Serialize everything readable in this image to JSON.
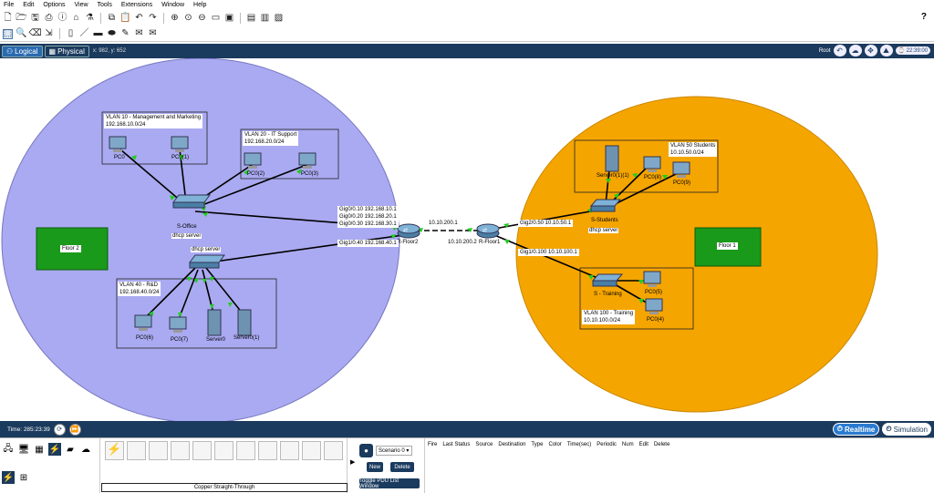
{
  "menu": [
    "File",
    "Edit",
    "Options",
    "View",
    "Tools",
    "Extensions",
    "Window",
    "Help"
  ],
  "help_symbol": "?",
  "mode_tabs": {
    "logical": "Logical",
    "physical": "Physical"
  },
  "coords": "x: 982, y: 652",
  "root_label": "Root",
  "clock": "22:39:00",
  "areas": {
    "vlan10": {
      "title": "VLAN 10 - Management and Marketing",
      "net": "192.168.10.0/24"
    },
    "vlan20": {
      "title": "VLAN 20 - IT Support",
      "net": "192.168.20.0/24"
    },
    "vlan40": {
      "title": "VLAN 40 - R&D",
      "net": "192.168.40.0/24"
    },
    "vlan50": {
      "title": "VLAN 50 Students",
      "net": "10.10.50.0/24"
    },
    "vlan100": {
      "title": "VLAN 100 - Training",
      "net": "10.10.100.0/24"
    }
  },
  "floors": {
    "floor2": "Floor 2",
    "floor1": "Floor 1"
  },
  "devices": {
    "pc0": "PC0",
    "pc1": "PC0(1)",
    "pc2": "PC0(2)",
    "pc3": "PC0(3)",
    "s_office": "S-Office",
    "s_office_note": "dhcp server",
    "dhcp_top": "dhcp server",
    "pc6": "PC0(6)",
    "pc7": "PC0(7)",
    "server0": "Server0",
    "server01": "Server0(1)",
    "r_floor2": "R-Floor2",
    "r_floor1": "R-Floor1",
    "server011": "Server0(1)(1)",
    "pc8": "PC0(8)",
    "pc9": "PC0(9)",
    "s_students": "S-Students",
    "s_students_note": "dhcp server",
    "s_training": "S - Training",
    "pc5": "PC0(5)",
    "pc4": "PC0(4)"
  },
  "interfaces": {
    "gig_sub1": "Gig0/0.10 192.168.10.1",
    "gig_sub2": "Gig0/0.20 192.168.20.1",
    "gig_sub3": "Gig0/0.30 192.168.30.1",
    "gig140": "Gig1/0.40 192.168.40.1",
    "wan1": "10.10.200.1",
    "wan2": "10.10.200.2",
    "gig2050": "Gig2/0.50 10.10.50.1",
    "gig1100": "Gig1/0.100 10.10.100.1"
  },
  "time": "Time: 285:23:39",
  "realtime": "Realtime",
  "simulation": "Simulation",
  "cable_label": "Copper Straight-Through",
  "scenario": "Scenario 0",
  "new_btn": "New",
  "delete_btn": "Delete",
  "toggle_btn": "Toggle PDU List Window",
  "pdu_columns": [
    "Fire",
    "Last Status",
    "Source",
    "Destination",
    "Type",
    "Color",
    "Time(sec)",
    "Periodic",
    "Num",
    "Edit",
    "Delete"
  ],
  "colors": {
    "floor2_zone": "#aaaaf2",
    "floor1_zone": "#f5a500",
    "floor_box": "#1a9a1a",
    "link": "#000000",
    "port": "#22cc22",
    "nav": "#1a3a5e"
  }
}
